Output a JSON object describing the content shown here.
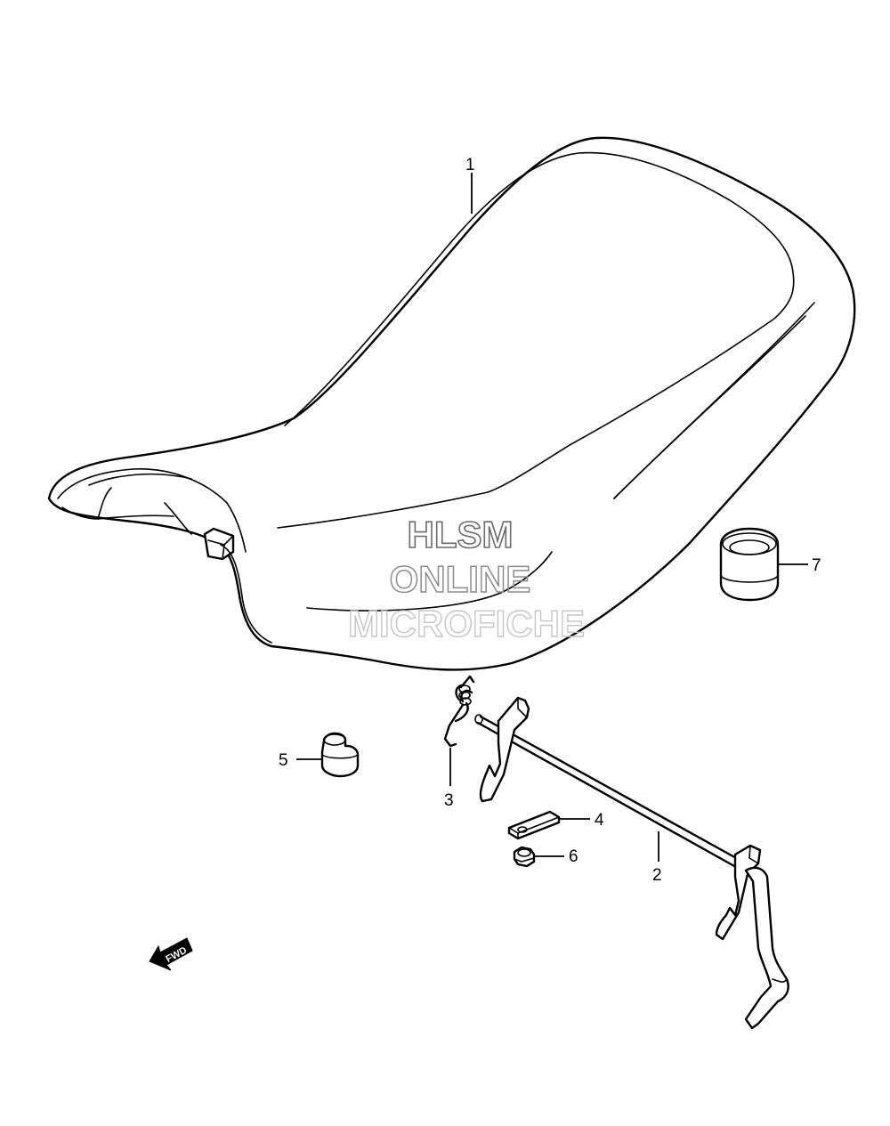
{
  "diagram": {
    "callouts": [
      {
        "id": "1",
        "label": "1"
      },
      {
        "id": "2",
        "label": "2"
      },
      {
        "id": "3",
        "label": "3"
      },
      {
        "id": "4",
        "label": "4"
      },
      {
        "id": "5",
        "label": "5"
      },
      {
        "id": "6",
        "label": "6"
      },
      {
        "id": "7",
        "label": "7"
      }
    ],
    "watermark": {
      "line1": "HLSM",
      "line2": "ONLINE",
      "line3": "MICROFICHE"
    },
    "direction_arrow": {
      "label": "FWD"
    }
  }
}
